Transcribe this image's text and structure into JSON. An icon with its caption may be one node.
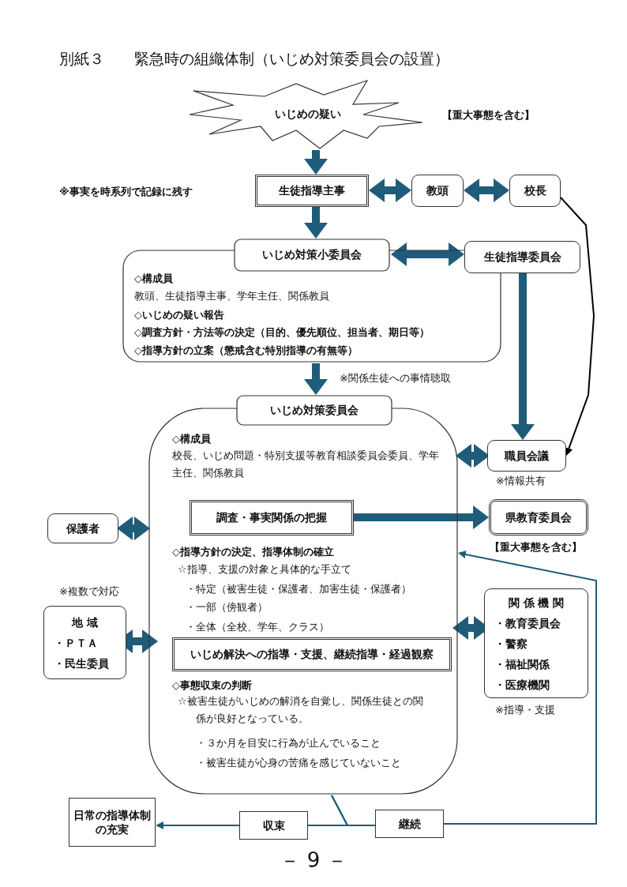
{
  "diagram": {
    "title": "別紙３　　緊急時の組織体制（いじめ対策委員会の設置）",
    "nodes": [
      {
        "text": [
          "いじめの疑い"
        ],
        "beside": [
          "【重大事態を含む】"
        ]
      },
      {
        "text": [
          "生徒指導主事"
        ]
      },
      {
        "text": [
          "教頭"
        ]
      },
      {
        "text": [
          "校長"
        ]
      },
      {
        "text": [
          "いじめ対策小委員会",
          "◇構成員",
          "教頭、生徒指導主事、学年主任、関係教員",
          "◇いじめの疑い報告",
          "◇調査方針・方法等の決定（目的、優先順位、担当者、期日等）",
          "◇指導方針の立案（懲戒含む特別指導の有無等）"
        ]
      },
      {
        "text": [
          "生徒指導委員会"
        ]
      },
      {
        "text": [
          "いじめ対策委員会",
          "◇構成員",
          "校長、いじめ問題・特別支援等教育相談委員会委員、学年主任、関係教員",
          "◇指導方針の決定、指導体制の確立",
          "☆指導、支援の対象と具体的な手立て",
          "・特定（被害生徒・保護者、加害生徒・保護者）",
          "・一部（傍観者）",
          "・全体（全校、学年、クラス）",
          "◇事態収束の判断",
          "☆被害生徒がいじめの解消を自覚し、関係生徒との関係が良好となっている。",
          "・３か月を目安に行為が止んでいること",
          "・被害生徒が心身の苦痛を感じていないこと"
        ]
      },
      {
        "text": [
          "調査・事実関係の把握"
        ],
        "in": 6
      },
      {
        "text": [
          "いじめ解決への指導・支援、継続指導・経過観察"
        ],
        "in": 6
      },
      {
        "text": [
          "職員会議"
        ],
        "beside": [
          "※情報共有"
        ]
      },
      {
        "text": [
          "県教育委員会"
        ],
        "beside": [
          "【重大事態を含む】"
        ]
      },
      {
        "text": [
          "保護者"
        ]
      },
      {
        "text": [
          "地 域",
          "・ＰＴＡ",
          "・民生委員"
        ],
        "beside": [
          "※複数で対応"
        ]
      },
      {
        "text": [
          "関 係 機 関",
          "・教育委員会",
          "・警察",
          "・福祉関係",
          "・医療機関"
        ],
        "beside": [
          "※指導・支援"
        ]
      },
      {
        "text": [
          "日常の指導体制の充実"
        ]
      },
      {
        "text": [
          "収束"
        ]
      },
      {
        "text": [
          "継続"
        ]
      }
    ],
    "edges": [
      {
        "from": 0,
        "to": 1,
        "arrow": "to"
      },
      {
        "from": 1,
        "to": 2,
        "arrow": "both"
      },
      {
        "from": 2,
        "to": 3,
        "arrow": "both"
      },
      {
        "from": 1,
        "to": 4,
        "arrow": "to"
      },
      {
        "from": 4,
        "to": 5,
        "arrow": "both"
      },
      {
        "from": 3,
        "to": 9,
        "arrow": "to",
        "color": "#000000"
      },
      {
        "from": 5,
        "to": 9,
        "arrow": "to"
      },
      {
        "from": 4,
        "to": 6,
        "arrow": "to",
        "label": "※関係生徒への事情聴取"
      },
      {
        "from": 6,
        "to": 9,
        "arrow": "both"
      },
      {
        "from": 7,
        "to": 10,
        "arrow": "to"
      },
      {
        "from": 11,
        "to": 6,
        "arrow": "both"
      },
      {
        "from": 12,
        "to": 6,
        "arrow": "both"
      },
      {
        "from": 13,
        "to": 6,
        "arrow": "both"
      },
      {
        "from": 6,
        "to": 15,
        "arrow": "none"
      },
      {
        "from": 6,
        "to": 16,
        "arrow": "none"
      },
      {
        "from": 15,
        "to": 14,
        "arrow": "to"
      },
      {
        "from": 16,
        "to": 6,
        "arrow": "to"
      }
    ],
    "labels": [
      "※事実を時系列で記録に残す",
      "－ 9 －"
    ]
  }
}
